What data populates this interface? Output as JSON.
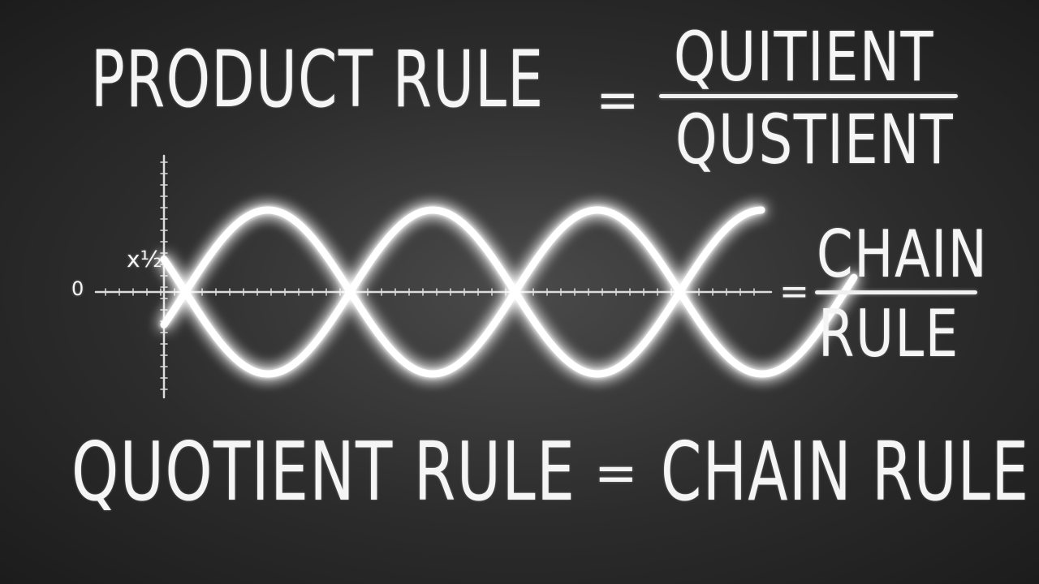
{
  "top": {
    "left_label": "PRODUCT RULE",
    "equals": "=",
    "numerator": "QUITIENT",
    "denominator": "QUSTIENT"
  },
  "graph": {
    "origin_label": "0",
    "tick_label": "x½",
    "equals": "=",
    "fraction_numerator": "CHAIN",
    "fraction_denominator": "RULE"
  },
  "bottom": {
    "left_label": "QUOTIENT RULE",
    "equals": "=",
    "right_label": "CHAIN RULE"
  },
  "colors": {
    "board": "#2c2c2c",
    "chalk": "#f5f5f5",
    "glow": "#ffffff"
  }
}
